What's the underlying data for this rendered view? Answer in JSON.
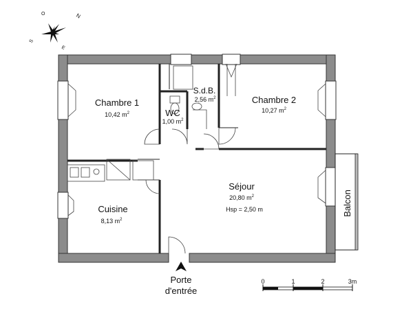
{
  "compass": {
    "north": "N",
    "east": "E",
    "south": "S",
    "west": "O"
  },
  "rooms": {
    "chambre1": {
      "name": "Chambre 1",
      "area_num": "10,42 m",
      "area_exp": "2"
    },
    "sdb": {
      "name": "S.d.B.",
      "area_num": "2,56 m",
      "area_exp": "2"
    },
    "wc": {
      "name": "WC",
      "area_num": "1,00 m",
      "area_exp": "2"
    },
    "chambre2": {
      "name": "Chambre 2",
      "area_num": "10,27 m",
      "area_exp": "2"
    },
    "sejour": {
      "name": "Séjour",
      "area_num": "20,80 m",
      "area_exp": "2",
      "hsp": "Hsp = 2,50 m"
    },
    "cuisine": {
      "name": "Cuisine",
      "area_num": "8,13 m",
      "area_exp": "2"
    },
    "balcon": {
      "name": "Balcon"
    }
  },
  "entrance": {
    "line1": "Porte",
    "line2": "d'entrée"
  },
  "scale": {
    "labels": [
      "0",
      "1",
      "2",
      "3m"
    ]
  },
  "colors": {
    "wall": "#8c8c8c",
    "wall_outline": "#333333",
    "line": "#222222"
  }
}
